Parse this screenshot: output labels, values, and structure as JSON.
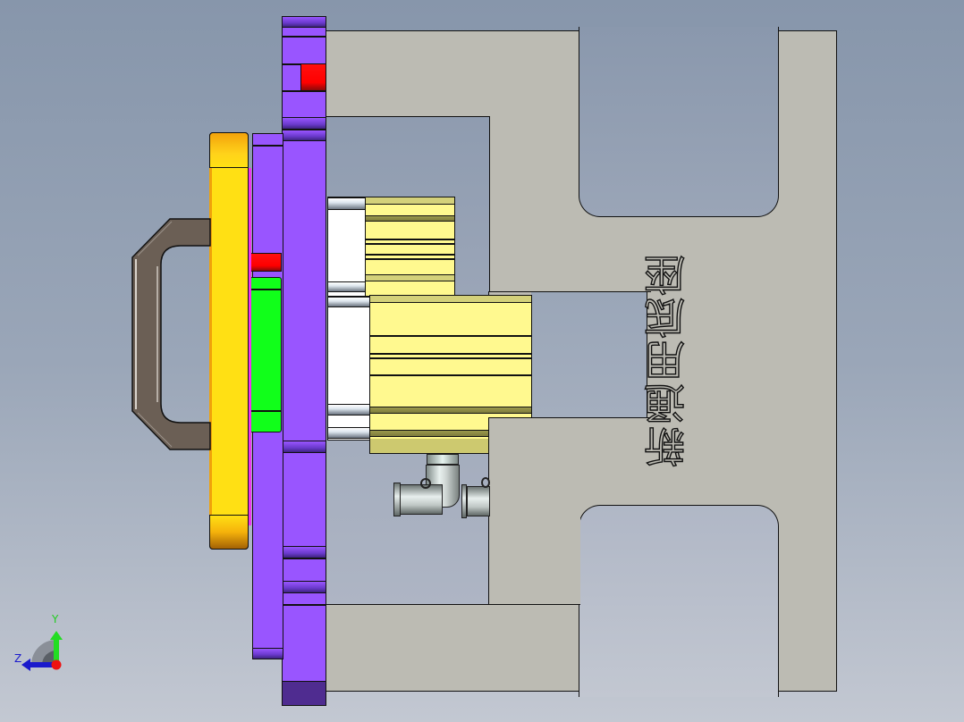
{
  "viewport": {
    "type": "CAD 3D model view (SolidWorks-style)",
    "background_gradient": [
      "#8796ab",
      "#c3c8d2"
    ]
  },
  "model": {
    "engraved_text": "新通用底座",
    "parts": [
      {
        "name": "base-block",
        "color": "#bcbbb3"
      },
      {
        "name": "mounting-plate",
        "color": "#9955ff"
      },
      {
        "name": "inner-plate",
        "color": "#9955ff"
      },
      {
        "name": "front-plate",
        "color": "#ffe014"
      },
      {
        "name": "handle",
        "color": "#6b5f55"
      },
      {
        "name": "locator-pin",
        "color": "#ff0000"
      },
      {
        "name": "clamp-pad",
        "color": "#11ff1a"
      },
      {
        "name": "air-cylinder-upper",
        "color": "#fff98f"
      },
      {
        "name": "air-cylinder-lower",
        "color": "#fff98f"
      },
      {
        "name": "elbow-fitting",
        "color": "#d7dedc"
      },
      {
        "name": "straight-fitting",
        "color": "#d7dedc"
      }
    ]
  },
  "triad": {
    "y_label": "Y",
    "z_label": "Z",
    "y_color": "#22dd22",
    "z_color": "#1a1acc",
    "x_color": "#ee1111"
  }
}
